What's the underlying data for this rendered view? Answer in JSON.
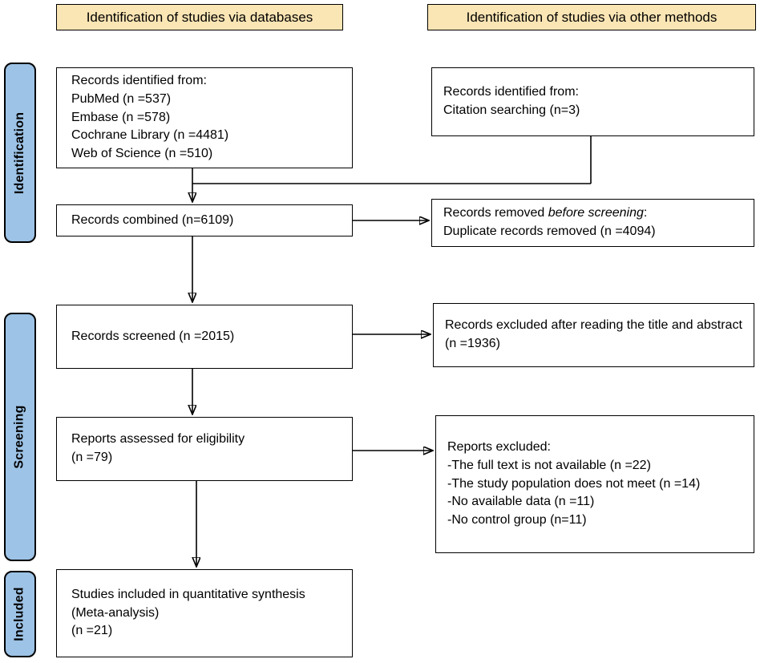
{
  "headers": {
    "databases": "Identification of studies via databases",
    "other": "Identification of studies via other methods"
  },
  "sidebar": {
    "identification": "Identification",
    "screening": "Screening",
    "included": "Included"
  },
  "boxes": {
    "records_identified": {
      "lines": [
        "Records identified from:",
        "PubMed (n =537)",
        "Embase (n =578)",
        "Cochrane Library (n =4481)",
        "Web of Science (n =510)"
      ]
    },
    "citation": {
      "lines": [
        "Records identified from:",
        "Citation searching (n=3)"
      ]
    },
    "records_combined": {
      "lines": [
        "Records combined (n=6109)"
      ]
    },
    "records_removed": {
      "prefix": "Records removed ",
      "italic": "before screening",
      "suffix": ":",
      "line2": "Duplicate records removed (n =4094)"
    },
    "records_screened": {
      "lines": [
        "Records screened (n =2015)"
      ]
    },
    "records_excluded": {
      "lines": [
        "Records excluded after reading the title and abstract (n =1936)"
      ]
    },
    "reports_assessed": {
      "lines": [
        "Reports assessed for eligibility",
        "(n =79)"
      ]
    },
    "reports_excluded": {
      "lines": [
        "Reports excluded:",
        "-The full text is not available (n =22)",
        "-The study population does not meet (n =14)",
        "-No available data (n =11)",
        "-No control group (n=11)"
      ]
    },
    "studies_included": {
      "lines": [
        "Studies included in quantitative synthesis",
        "(Meta-analysis)",
        "(n =21)"
      ]
    }
  },
  "colors": {
    "header_fill": "#FAE5B4",
    "stage_fill": "#9DC3E6",
    "box_fill": "#FFFFFF",
    "line_color": "#000000"
  }
}
